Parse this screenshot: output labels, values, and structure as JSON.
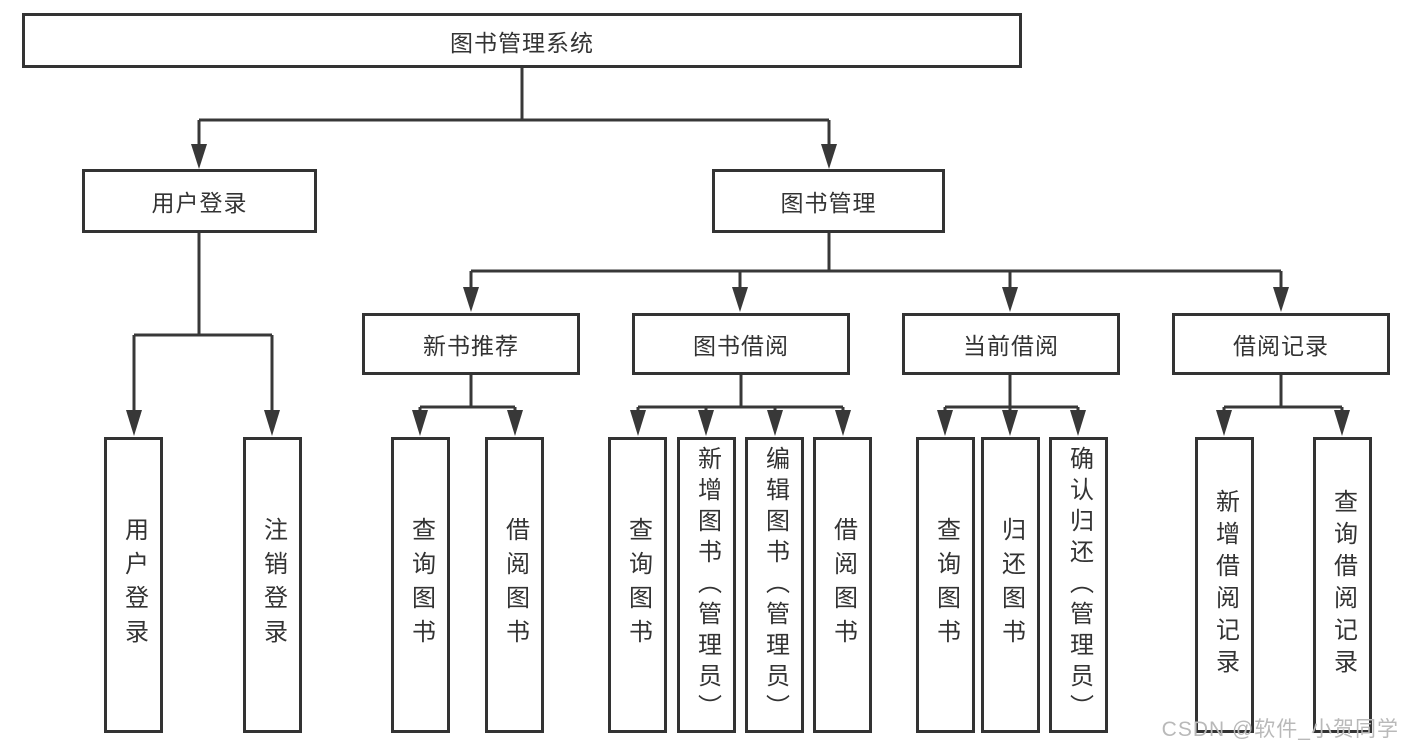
{
  "colors": {
    "line": "#383838",
    "box_border": "#333333",
    "text": "#333333",
    "watermark_text": "#b9b9b9",
    "background": "#ffffff"
  },
  "watermark": "CSDN @软件_小贺同学",
  "diagram": {
    "root": {
      "label": "图书管理系统",
      "children": [
        {
          "label": "用户登录",
          "children": [
            {
              "label": "用户登录"
            },
            {
              "label": "注销登录"
            }
          ]
        },
        {
          "label": "图书管理",
          "children": [
            {
              "label": "新书推荐",
              "children": [
                {
                  "label": "查询图书"
                },
                {
                  "label": "借阅图书"
                }
              ]
            },
            {
              "label": "图书借阅",
              "children": [
                {
                  "label": "查询图书"
                },
                {
                  "label": "新增图书（管理员）"
                },
                {
                  "label": "编辑图书（管理员）"
                },
                {
                  "label": "借阅图书"
                }
              ]
            },
            {
              "label": "当前借阅",
              "children": [
                {
                  "label": "查询图书"
                },
                {
                  "label": "归还图书"
                },
                {
                  "label": "确认归还（管理员）"
                }
              ]
            },
            {
              "label": "借阅记录",
              "children": [
                {
                  "label": "新增借阅记录"
                },
                {
                  "label": "查询借阅记录"
                }
              ]
            }
          ]
        }
      ]
    }
  }
}
